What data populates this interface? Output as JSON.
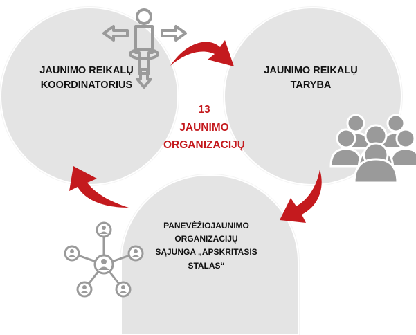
{
  "colors": {
    "circle_fill": "#e4e4e4",
    "accent_red": "#c41a1e",
    "icon_gray": "#9a9a9a",
    "text_dark": "#111111"
  },
  "nodes": {
    "coordinator": {
      "lines": [
        "JAUNIMO REIKALŲ",
        "KOORDINATORIUS"
      ],
      "icon": "person-directions-icon"
    },
    "council": {
      "lines": [
        "JAUNIMO REIKALŲ",
        "TARYBA"
      ],
      "icon": "group-people-icon"
    },
    "round_table": {
      "lines": [
        "PANEVĖŽIOJAUNIMO",
        "ORGANIZACIJŲ",
        "SĄJUNGA „APSKRITASIS",
        "STALAS“"
      ],
      "icon": "network-people-icon"
    }
  },
  "center": {
    "lines": [
      "13",
      "JAUNIMO",
      "ORGANIZACIJŲ"
    ]
  },
  "flow": [
    {
      "from": "coordinator",
      "to": "council"
    },
    {
      "from": "council",
      "to": "round_table"
    },
    {
      "from": "round_table",
      "to": "coordinator"
    }
  ]
}
